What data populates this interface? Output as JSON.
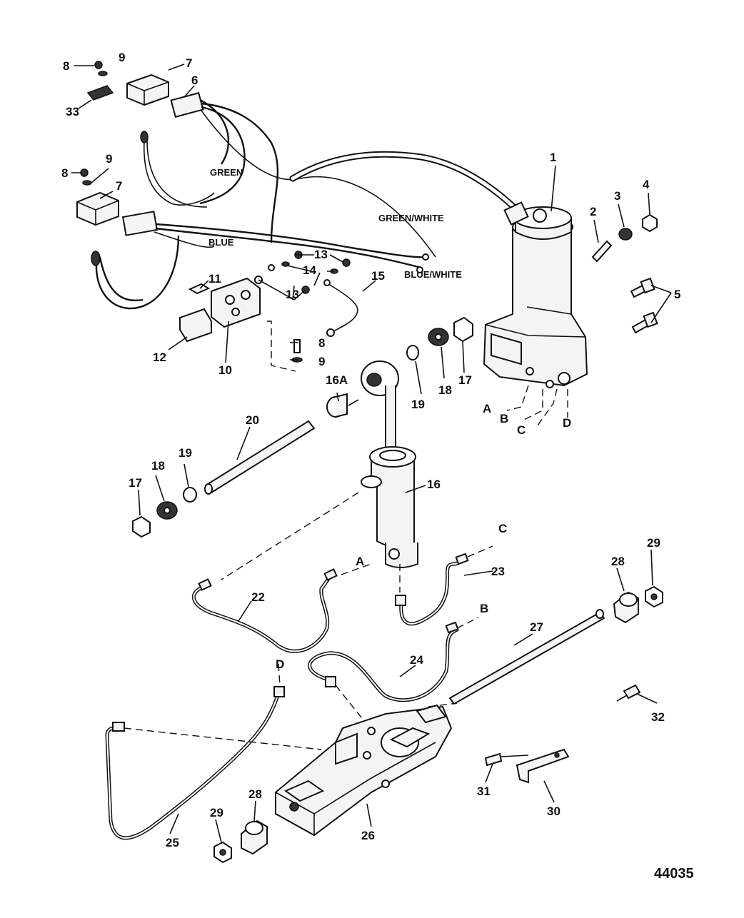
{
  "figure_number": "44035",
  "wire_labels": [
    "GREEN",
    "GREEN/WHITE",
    "BLUE",
    "BLUE/WHITE"
  ],
  "callouts": [
    "1",
    "2",
    "3",
    "4",
    "5",
    "6",
    "7",
    "7",
    "8",
    "8",
    "8",
    "9",
    "9",
    "9",
    "10",
    "11",
    "12",
    "13",
    "13",
    "14",
    "15",
    "16",
    "16A",
    "17",
    "17",
    "18",
    "18",
    "19",
    "19",
    "20",
    "22",
    "23",
    "24",
    "25",
    "26",
    "27",
    "28",
    "28",
    "29",
    "29",
    "30",
    "31",
    "32",
    "33"
  ],
  "connection_letters": [
    "A",
    "B",
    "C",
    "D",
    "A",
    "B",
    "C",
    "D"
  ]
}
